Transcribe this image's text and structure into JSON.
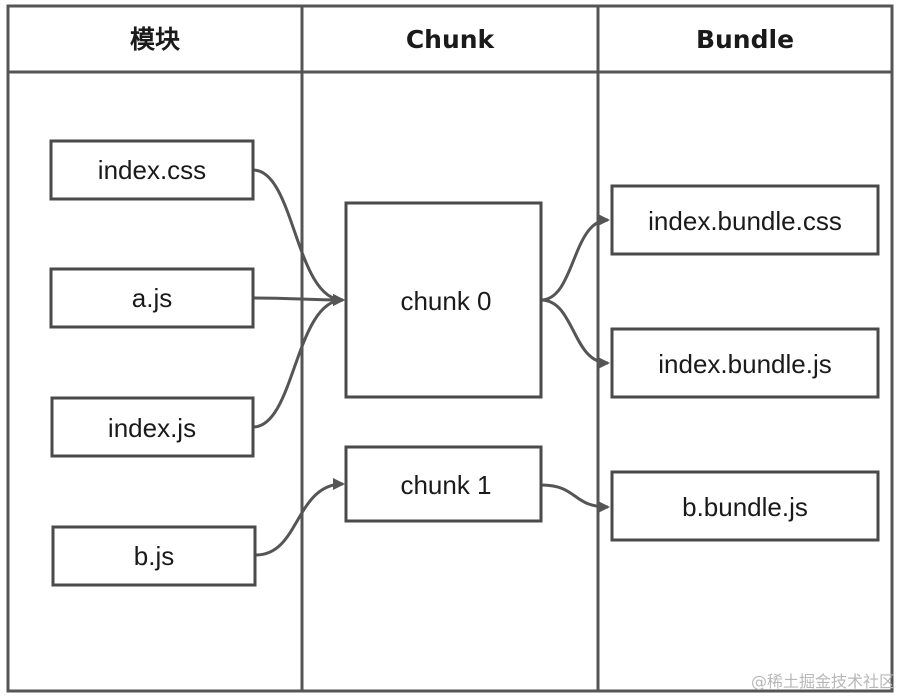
{
  "headers": {
    "modules": "模块",
    "chunk": "Chunk",
    "bundle": "Bundle"
  },
  "modules": [
    {
      "id": "index-css",
      "label": "index.css"
    },
    {
      "id": "a-js",
      "label": "a.js"
    },
    {
      "id": "index-js",
      "label": "index.js"
    },
    {
      "id": "b-js",
      "label": "b.js"
    }
  ],
  "chunks": [
    {
      "id": "chunk-0",
      "label": "chunk 0"
    },
    {
      "id": "chunk-1",
      "label": "chunk 1"
    }
  ],
  "bundles": [
    {
      "id": "index-bundle-css",
      "label": "index.bundle.css"
    },
    {
      "id": "index-bundle-js",
      "label": "index.bundle.js"
    },
    {
      "id": "b-bundle-js",
      "label": "b.bundle.js"
    }
  ],
  "edges": [
    {
      "from": "index-css",
      "to": "chunk-0"
    },
    {
      "from": "a-js",
      "to": "chunk-0"
    },
    {
      "from": "index-js",
      "to": "chunk-0"
    },
    {
      "from": "b-js",
      "to": "chunk-1"
    },
    {
      "from": "chunk-0",
      "to": "index-bundle-css"
    },
    {
      "from": "chunk-0",
      "to": "index-bundle-js"
    },
    {
      "from": "chunk-1",
      "to": "b-bundle-js"
    }
  ],
  "watermark": "@稀土掘金技术社区",
  "colors": {
    "line": "#555555",
    "box_border": "#4a4a4a",
    "text": "#1a1a1a"
  }
}
